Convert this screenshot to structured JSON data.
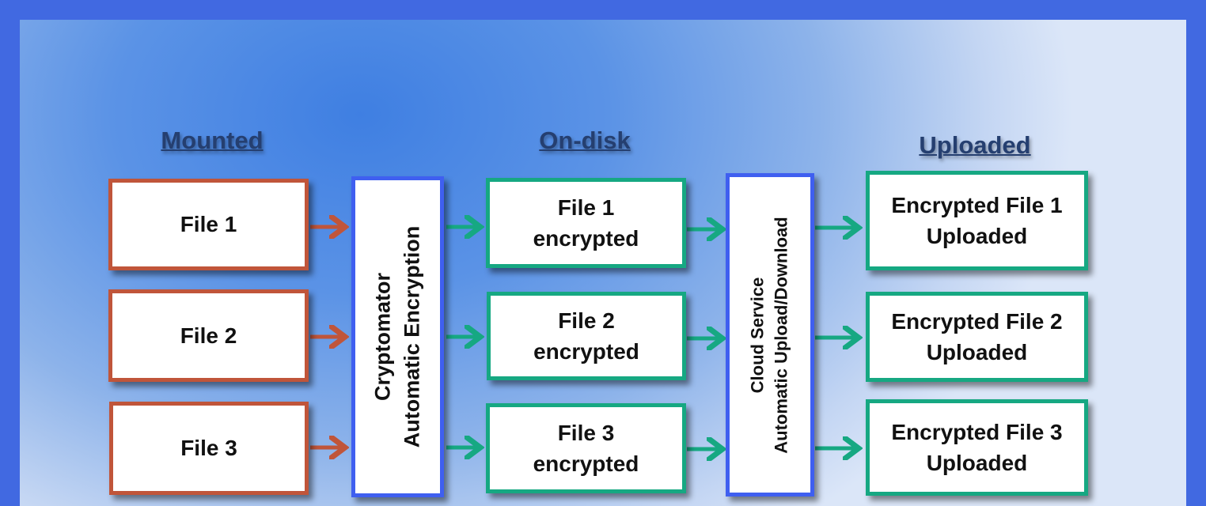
{
  "headers": {
    "mounted": "Mounted",
    "on_disk": "On-disk",
    "uploaded": "Uploaded"
  },
  "mounted_files": [
    "File 1",
    "File 2",
    "File 3"
  ],
  "cryptomator": {
    "line1": "Cryptomator",
    "line2": "Automatic Encryption"
  },
  "on_disk_files": [
    {
      "line1": "File 1",
      "line2": "encrypted"
    },
    {
      "line1": "File 2",
      "line2": "encrypted"
    },
    {
      "line1": "File 3",
      "line2": "encrypted"
    }
  ],
  "cloud_service": {
    "line1": "Cloud Service",
    "line2": "Automatic Upload/Download"
  },
  "uploaded_files": [
    {
      "line1": "Encrypted File 1",
      "line2": "Uploaded"
    },
    {
      "line1": "Encrypted File 2",
      "line2": "Uploaded"
    },
    {
      "line1": "Encrypted File 3",
      "line2": "Uploaded"
    }
  ],
  "colors": {
    "background": "#4169e1",
    "mounted_border": "#c0553a",
    "encrypted_border": "#16a882",
    "process_border": "#3f5ff0",
    "header_text": "#253f70"
  }
}
